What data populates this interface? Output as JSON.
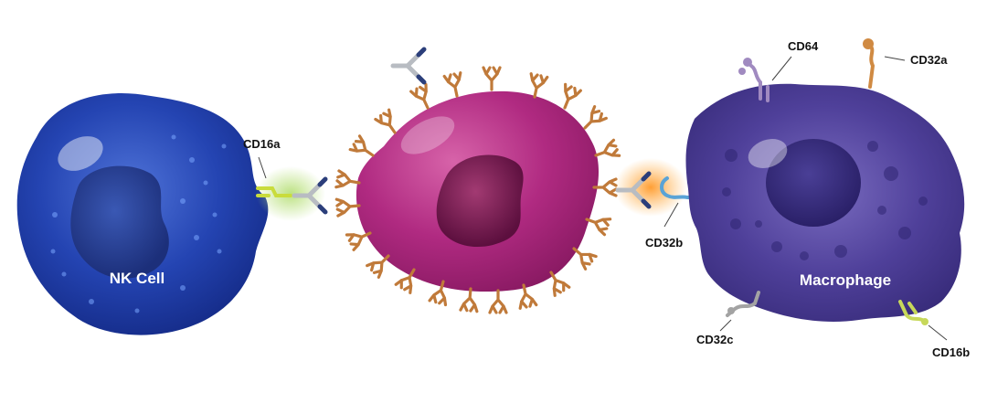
{
  "labels": {
    "nk_cell": "NK Cell",
    "macrophage": "Macrophage",
    "cd16a": "CD16a",
    "cd64": "CD64",
    "cd32a": "CD32a",
    "cd32b": "CD32b",
    "cd32c": "CD32c",
    "cd16b": "CD16b"
  },
  "colors": {
    "nk_cell": "#1e3aa8",
    "target_cell": "#b0247f",
    "macrophage": "#4a3b8c",
    "antigen": "#c07a3a",
    "antibody_arm": "#b8bcc2",
    "antibody_tip": "#2b3e7a",
    "cd16a": "#c9dc3c",
    "cd64": "#a08ac0",
    "cd32a": "#d08a42",
    "cd32b": "#5aa3d6",
    "cd32c": "#a3a3a3",
    "cd16b": "#c7d85a"
  }
}
